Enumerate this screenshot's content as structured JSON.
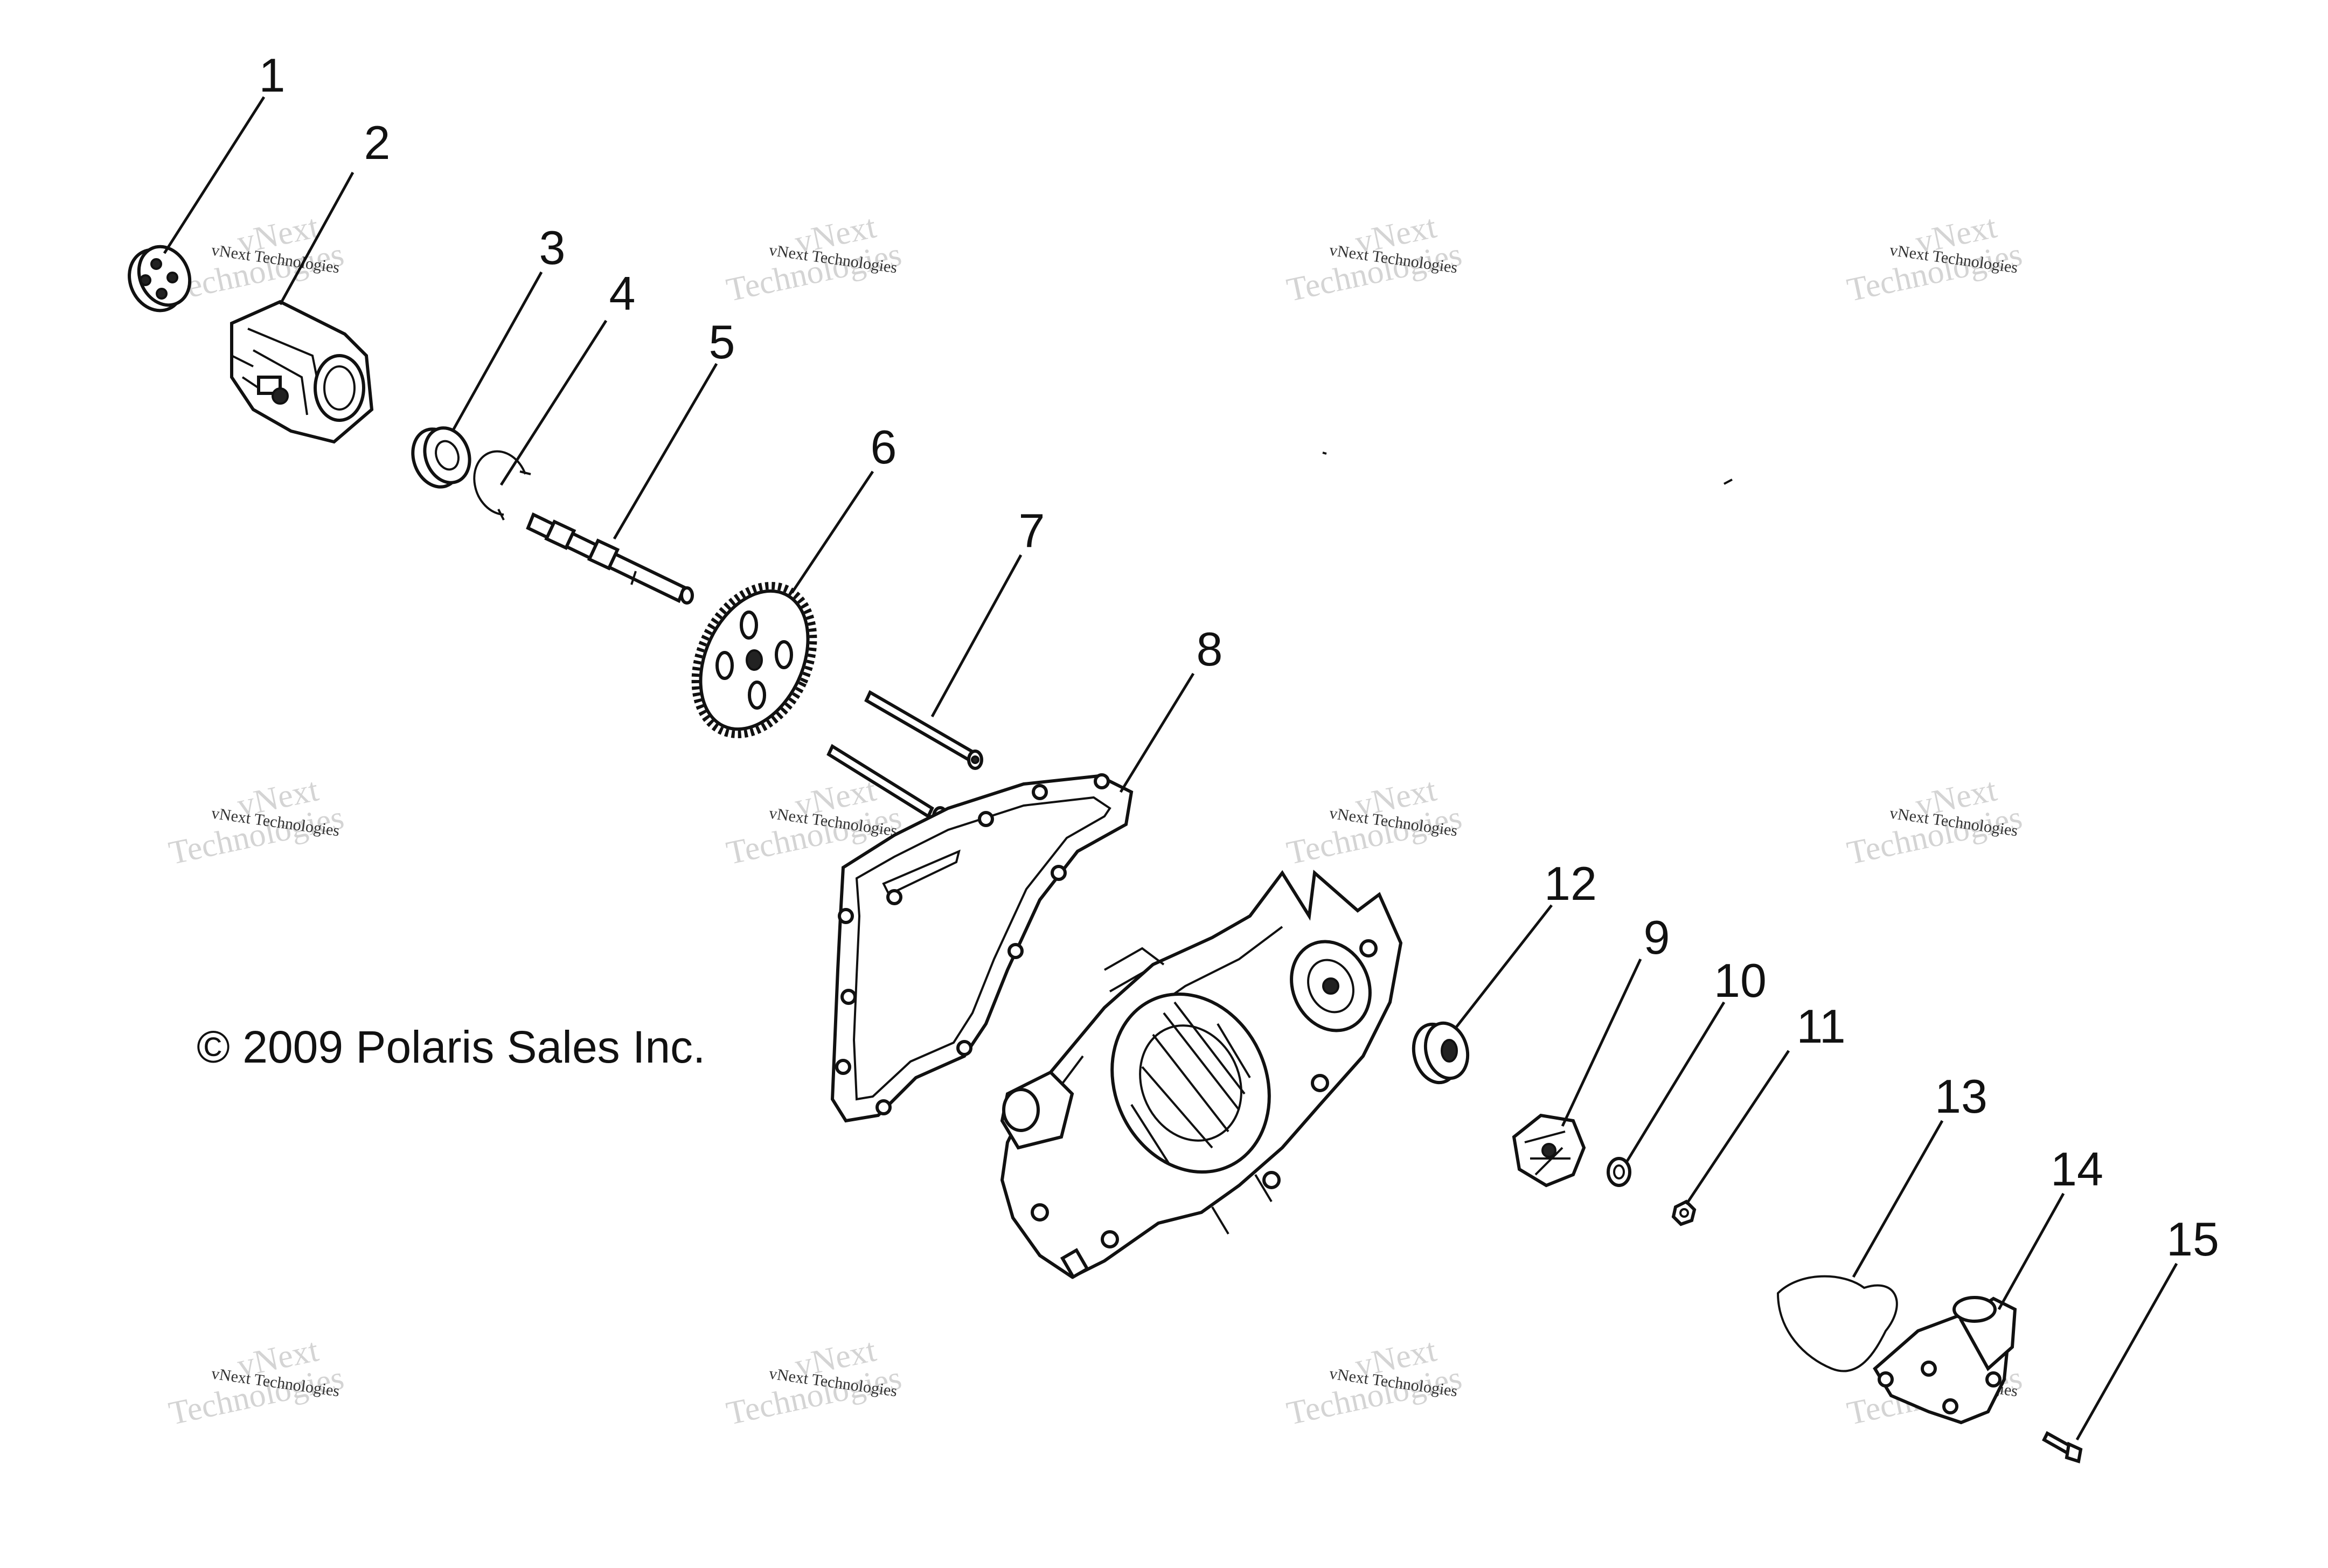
{
  "copyright": "© 2009 Polaris Sales Inc.",
  "watermark": {
    "line1": "vNext Technologies",
    "line2": "vNext",
    "line3": "Technologies"
  },
  "callouts": [
    {
      "id": "1",
      "label": "1"
    },
    {
      "id": "2",
      "label": "2"
    },
    {
      "id": "3",
      "label": "3"
    },
    {
      "id": "4",
      "label": "4"
    },
    {
      "id": "5",
      "label": "5"
    },
    {
      "id": "6",
      "label": "6"
    },
    {
      "id": "7",
      "label": "7"
    },
    {
      "id": "8",
      "label": "8"
    },
    {
      "id": "12",
      "label": "12"
    },
    {
      "id": "9",
      "label": "9"
    },
    {
      "id": "10",
      "label": "10"
    },
    {
      "id": "11",
      "label": "11"
    },
    {
      "id": "13",
      "label": "13"
    },
    {
      "id": "14",
      "label": "14"
    },
    {
      "id": "15",
      "label": "15"
    }
  ]
}
